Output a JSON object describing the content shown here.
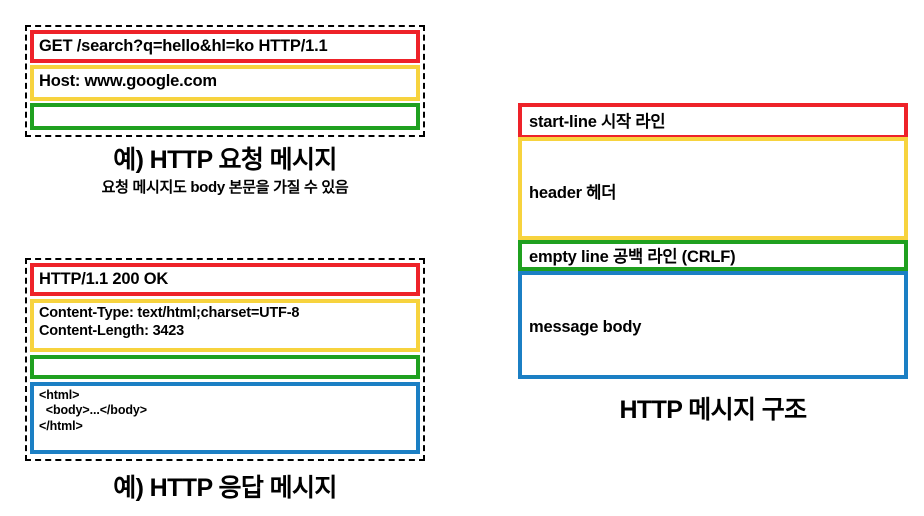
{
  "diagram": {
    "title_semantic": "http-message-structure-diagram",
    "colors": {
      "start_line": "#ee2229",
      "header": "#f7d33e",
      "empty_line": "#1fa01f",
      "message_body": "#1b7fc4",
      "frame": "#000000",
      "text": "#000000",
      "background": "#ffffff"
    }
  },
  "request_example": {
    "start_line": "GET /search?q=hello&hl=ko HTTP/1.1",
    "header": "Host: www.google.com",
    "empty_line": "",
    "caption": "예) HTTP 요청 메시지",
    "subcaption": "요청 메시지도 body 본문을 가질 수 있음"
  },
  "response_example": {
    "start_line": "HTTP/1.1 200 OK",
    "header": "Content-Type: text/html;charset=UTF-8\nContent-Length: 3423",
    "empty_line": "",
    "message_body": "<html>\n  <body>...</body>\n</html>",
    "caption": "예) HTTP 응답 메시지"
  },
  "structure": {
    "start_line": "start-line 시작 라인",
    "header": "header 헤더",
    "empty_line": "empty line 공백 라인 (CRLF)",
    "message_body": "message body",
    "caption": "HTTP 메시지 구조"
  }
}
